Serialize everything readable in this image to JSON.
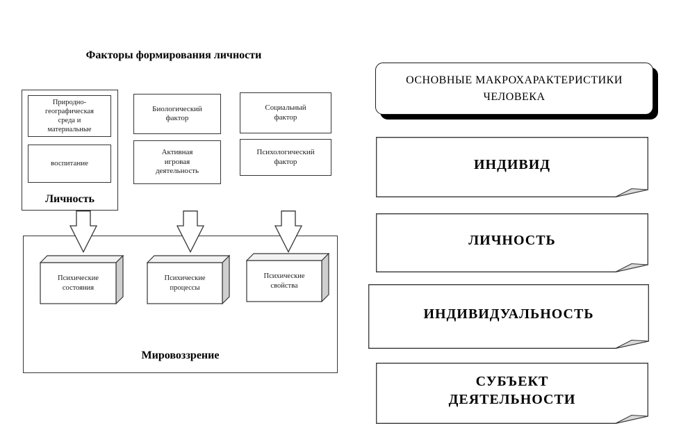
{
  "colors": {
    "line": "#343434",
    "background": "#ffffff",
    "cube_side_gray": "#cfcfcf",
    "cube_top_gray": "#f2f2f2",
    "fold_gray": "#d9d9d9",
    "header_shadow": "#000000",
    "text": "#000000"
  },
  "left": {
    "title": "Факторы формирования личности",
    "personality": {
      "label": "Личность",
      "nature": "Природно-\nгеографическая\nсреда и\nматериальные",
      "upbringing": "воспитание"
    },
    "factors": {
      "biological": "Биологический\nфактор",
      "play": "Активная\nигровая\nдеятельность",
      "social": "Социальный\nфактор",
      "psychological": "Психологический\nфактор"
    },
    "worldview": {
      "label": "Мировоззрение",
      "cubes": [
        {
          "label": "Психические\nсостояния"
        },
        {
          "label": "Психические\nпроцессы"
        },
        {
          "label": "Психические\nсвойства"
        }
      ]
    }
  },
  "right": {
    "header": "ОСНОВНЫЕ МАКРОХАРАКТЕРИСТИКИ\nЧЕЛОВЕКА",
    "items": [
      {
        "label": "ИНДИВИД"
      },
      {
        "label": "ЛИЧНОСТЬ"
      },
      {
        "label": "ИНДИВИДУАЛЬНОСТЬ"
      },
      {
        "label": "СУБЪЕКТ\nДЕЯТЕЛЬНОСТИ"
      }
    ]
  }
}
